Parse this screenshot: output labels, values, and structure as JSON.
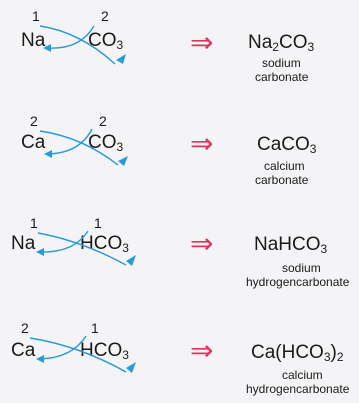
{
  "rows": [
    {
      "cation": "Na",
      "cation_valency": "1",
      "anion": "CO",
      "anion_sub": "3",
      "anion_valency": "2",
      "product": [
        {
          "t": "Na"
        },
        {
          "s": "2"
        },
        {
          "t": "CO"
        },
        {
          "s": "3"
        }
      ],
      "name_line1": "sodium",
      "name_line2": "carbonate"
    },
    {
      "cation": "Ca",
      "cation_valency": "2",
      "anion": "CO",
      "anion_sub": "3",
      "anion_valency": "2",
      "product": [
        {
          "t": "CaCO"
        },
        {
          "s": "3"
        }
      ],
      "name_line1": "calcium",
      "name_line2": "carbonate"
    },
    {
      "cation": "Na",
      "cation_valency": "1",
      "anion": "HCO",
      "anion_sub": "3",
      "anion_valency": "1",
      "product": [
        {
          "t": "NaHCO"
        },
        {
          "s": "3"
        }
      ],
      "name_line1": "sodium",
      "name_line2": "hydrogencarbonate"
    },
    {
      "cation": "Ca",
      "cation_valency": "2",
      "anion": "HCO",
      "anion_sub": "3",
      "anion_valency": "1",
      "product": [
        {
          "t": "Ca(HCO"
        },
        {
          "s": "3"
        },
        {
          "t": ")"
        },
        {
          "s": "2"
        }
      ],
      "name_line1": "calcium",
      "name_line2": "hydrogencarbonate"
    }
  ],
  "arrow_symbol": "⇒",
  "colors": {
    "cross_lines": "#2a9ad6",
    "arrow": "#e0335c"
  }
}
